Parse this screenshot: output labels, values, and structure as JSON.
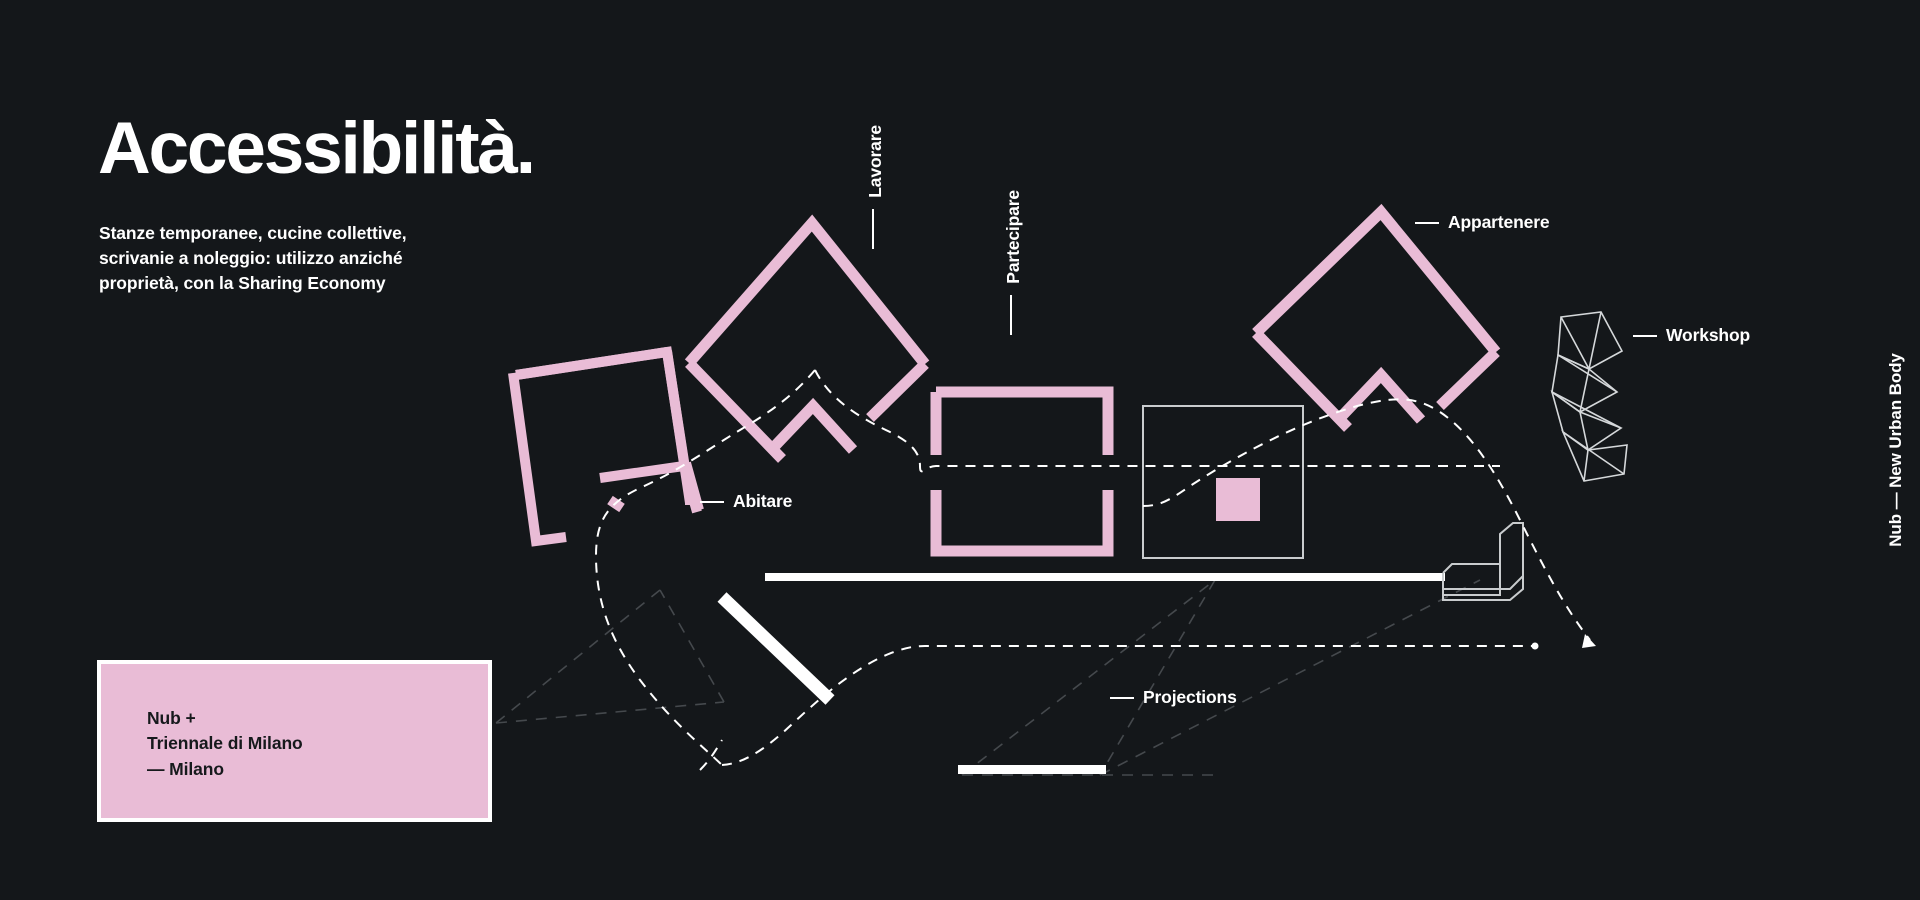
{
  "page": {
    "background_color": "#14171a",
    "accent_pink": "#e9bcd6",
    "text_white": "#ffffff"
  },
  "header": {
    "title": "Accessibilità.",
    "subtitle": "Stanze temporanee, cucine collettive, scrivanie a noleggio: utilizzo anziché proprietà, con la Sharing Economy"
  },
  "credit": {
    "text": "Nub +\nTriennale di Milano\n— Milano"
  },
  "side_caption": {
    "text": "Nub — New Urban Body"
  },
  "diagram": {
    "labels": [
      {
        "id": "lavorare",
        "text": "Lavorare",
        "orientation": "vertical"
      },
      {
        "id": "partecipare",
        "text": "Partecipare",
        "orientation": "vertical"
      },
      {
        "id": "appartenere",
        "text": "Appartenere",
        "orientation": "horizontal"
      },
      {
        "id": "workshop",
        "text": "Workshop",
        "orientation": "horizontal"
      },
      {
        "id": "abitare",
        "text": "Abitare",
        "orientation": "horizontal"
      },
      {
        "id": "projections",
        "text": "Projections",
        "orientation": "horizontal"
      }
    ],
    "shapes": {
      "pink_outline_color": "#e9bcd6",
      "white_outline_color": "#c9ccce",
      "dashed_path_color": "#ffffff",
      "projection_line_color": "#4a4e52"
    }
  }
}
